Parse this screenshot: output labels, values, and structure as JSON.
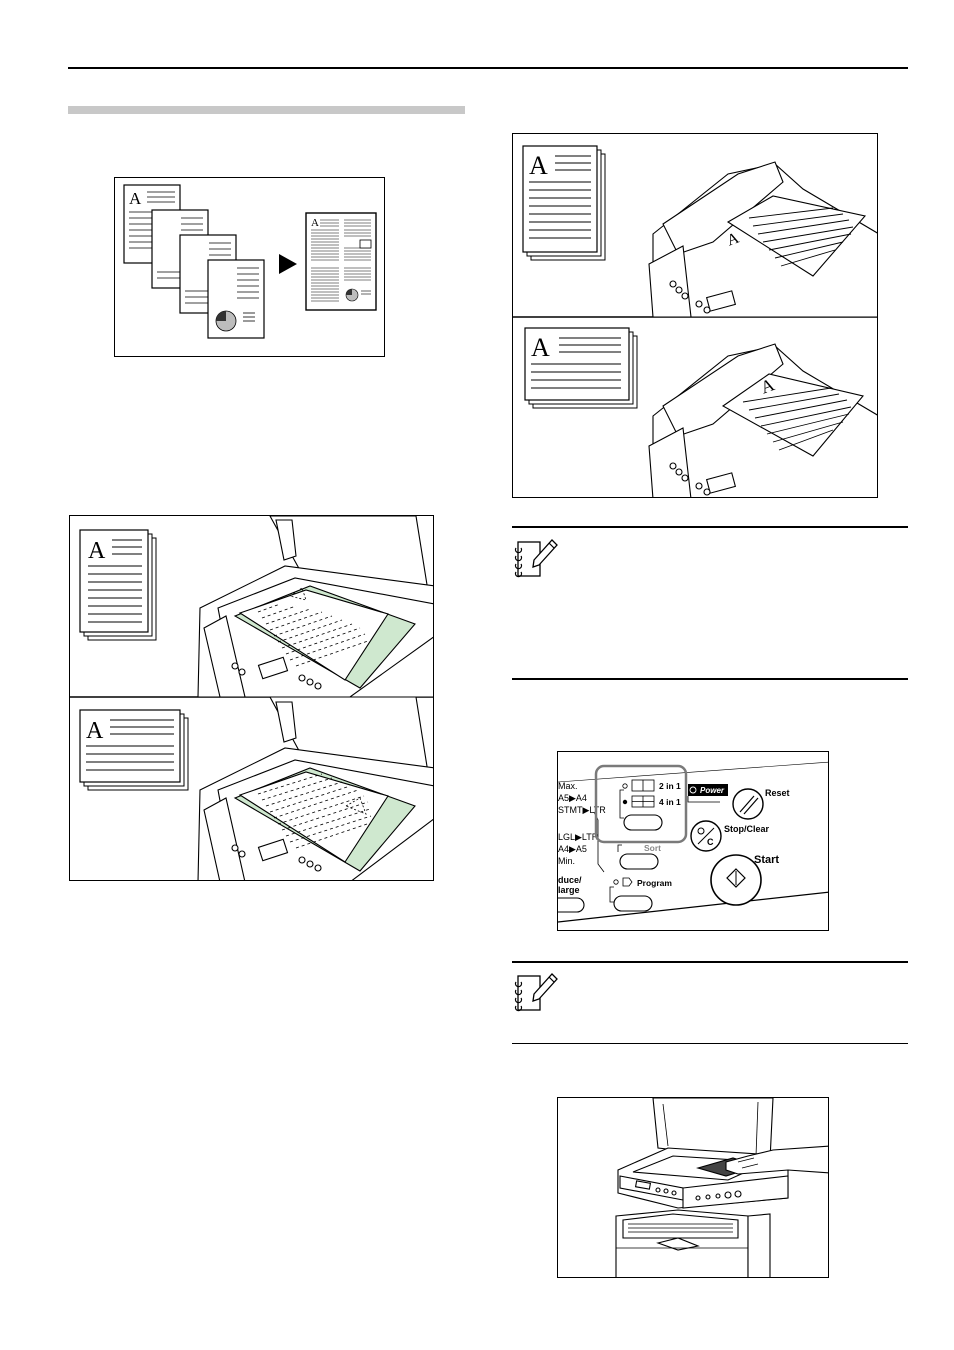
{
  "page": {
    "header_rule": "",
    "section_bar": ""
  },
  "letters": {
    "original_letter": "A"
  },
  "panel": {
    "max_label": "Max.",
    "a5_a4_label": "A5▶A4",
    "stmt_ltr_label": "STMT▶LTR",
    "lgl_ltr_label": "LGL▶LTR",
    "a4_a5_label": "A4▶A5",
    "min_label": "Min.",
    "reduce_enlarge_label_1": "duce/",
    "reduce_enlarge_label_2": "large",
    "two_in_one_label": "2 in 1",
    "four_in_one_label": "4 in 1",
    "sort_label": "Sort",
    "program_label": "Program",
    "power_label": "Power",
    "reset_label": "Reset",
    "stop_clear_label": "Stop/Clear",
    "start_label": "Start",
    "stop_clear_symbol": "C"
  },
  "colors": {
    "glass_highlight": "#cfe8cf",
    "highlight_frame": "#7a7a7a",
    "section_bar": "#c8c8c8"
  }
}
